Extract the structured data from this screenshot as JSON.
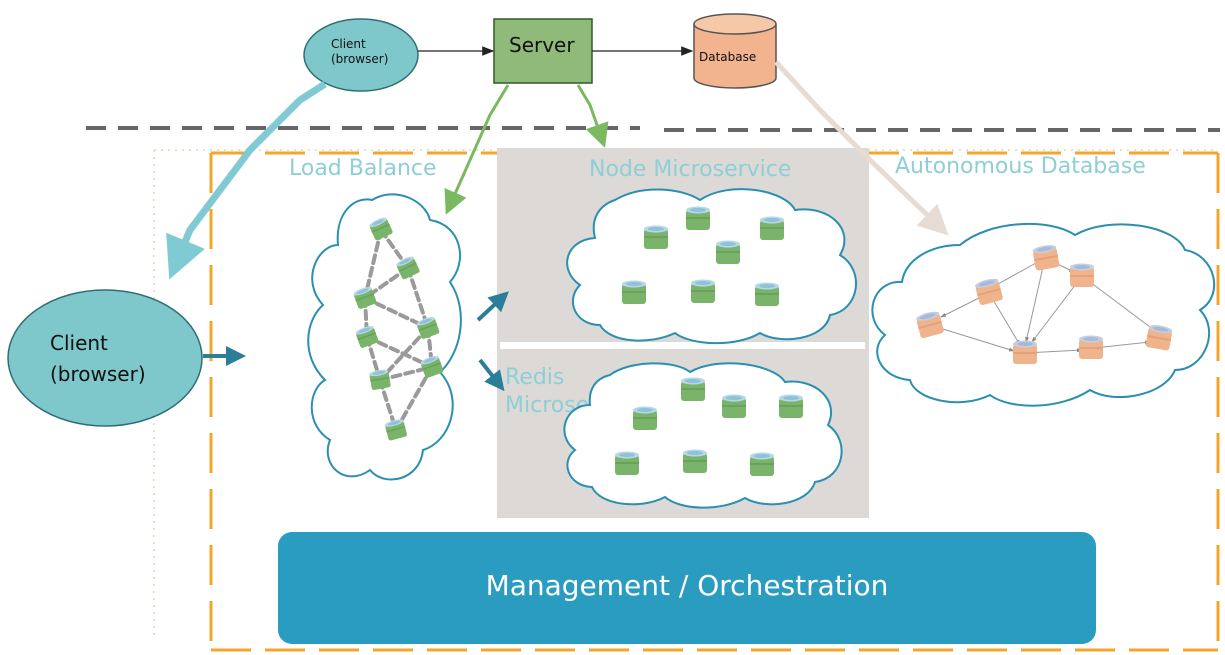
{
  "top_flow": {
    "client_label_line1": "Client",
    "client_label_line2": "(browser)",
    "server_label": "Server",
    "database_label": "Database"
  },
  "main_client": {
    "label_line1": "Client",
    "label_line2": "(browser)"
  },
  "regions": {
    "load_balance": "Load Balance",
    "node_microservice": "Node Microservice",
    "redis_microservice_line1": "Redis",
    "redis_microservice_line2": "Microservice",
    "autonomous_database": "Autonomous Database"
  },
  "management_bar": "Management / Orchestration",
  "colors": {
    "client_fill": "#7ec8cc",
    "server_fill": "#8fba7a",
    "database_fill": "#f1b48e",
    "cloud_stroke": "#2a8fb0",
    "container_green": "#77b06a",
    "db_node_orange": "#f0b48c",
    "label_cyan": "#8ecfd6",
    "management_fill": "#2a9cc0",
    "boundary_orange": "#f4a62a",
    "gray_panel": "#dcd9d6"
  },
  "icons": {
    "container": "green-container-icon",
    "db_node": "orange-database-node-icon"
  }
}
